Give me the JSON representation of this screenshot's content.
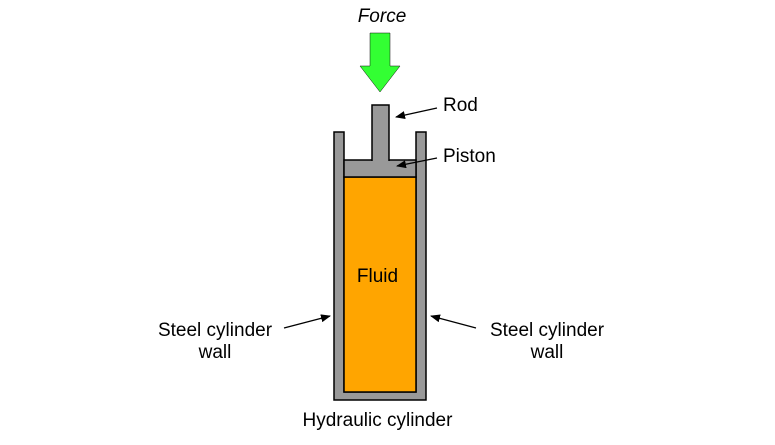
{
  "labels": {
    "force": "Force",
    "rod": "Rod",
    "piston": "Piston",
    "fluid": "Fluid",
    "wall_left_line1": "Steel cylinder",
    "wall_left_line2": "wall",
    "wall_right_line1": "Steel cylinder",
    "wall_right_line2": "wall",
    "caption": "Hydraulic cylinder"
  },
  "colors": {
    "force_arrow": "#33ff33",
    "steel": "#999999",
    "outline": "#000000",
    "fluid": "#ffa500"
  },
  "icons": {
    "force": "down-arrow",
    "pointer": "arrow"
  }
}
